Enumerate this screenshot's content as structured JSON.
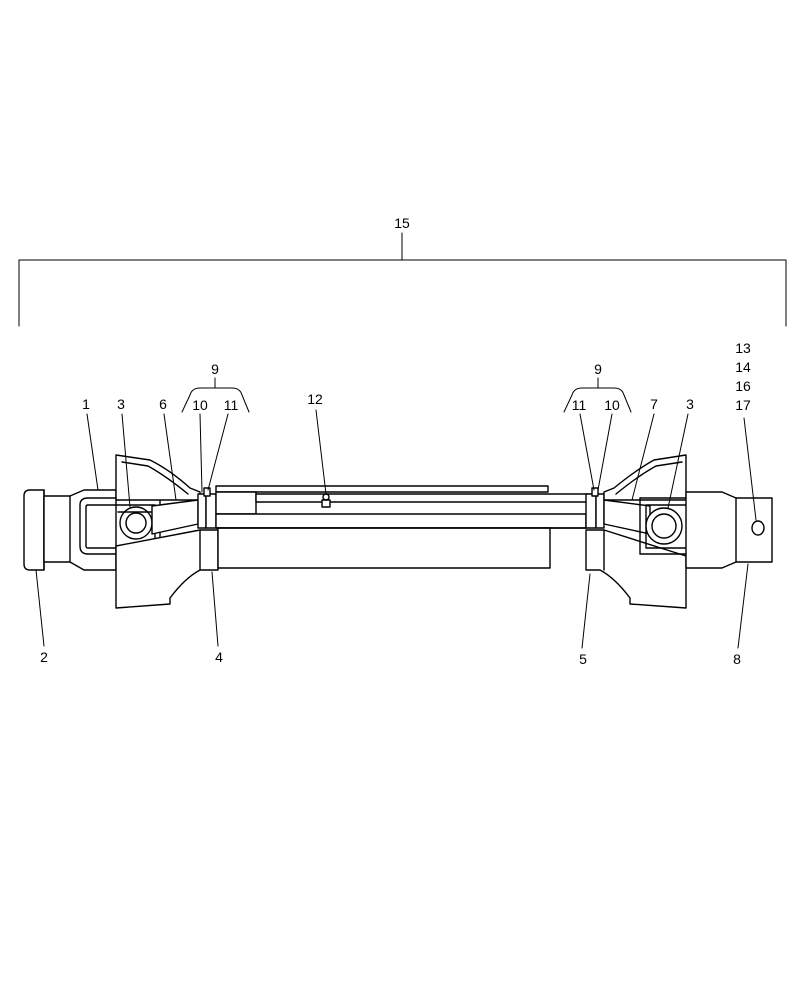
{
  "callouts": {
    "c15": "15",
    "c9_left": "9",
    "c9_right": "9",
    "c1": "1",
    "c3_left": "3",
    "c6": "6",
    "c10_left": "10",
    "c11_left": "11",
    "c12": "12",
    "c11_right": "11",
    "c10_right": "10",
    "c7": "7",
    "c3_right": "3",
    "c13": "13",
    "c14": "14",
    "c16": "16",
    "c17": "17",
    "c2": "2",
    "c4": "4",
    "c5": "5",
    "c8": "8"
  }
}
